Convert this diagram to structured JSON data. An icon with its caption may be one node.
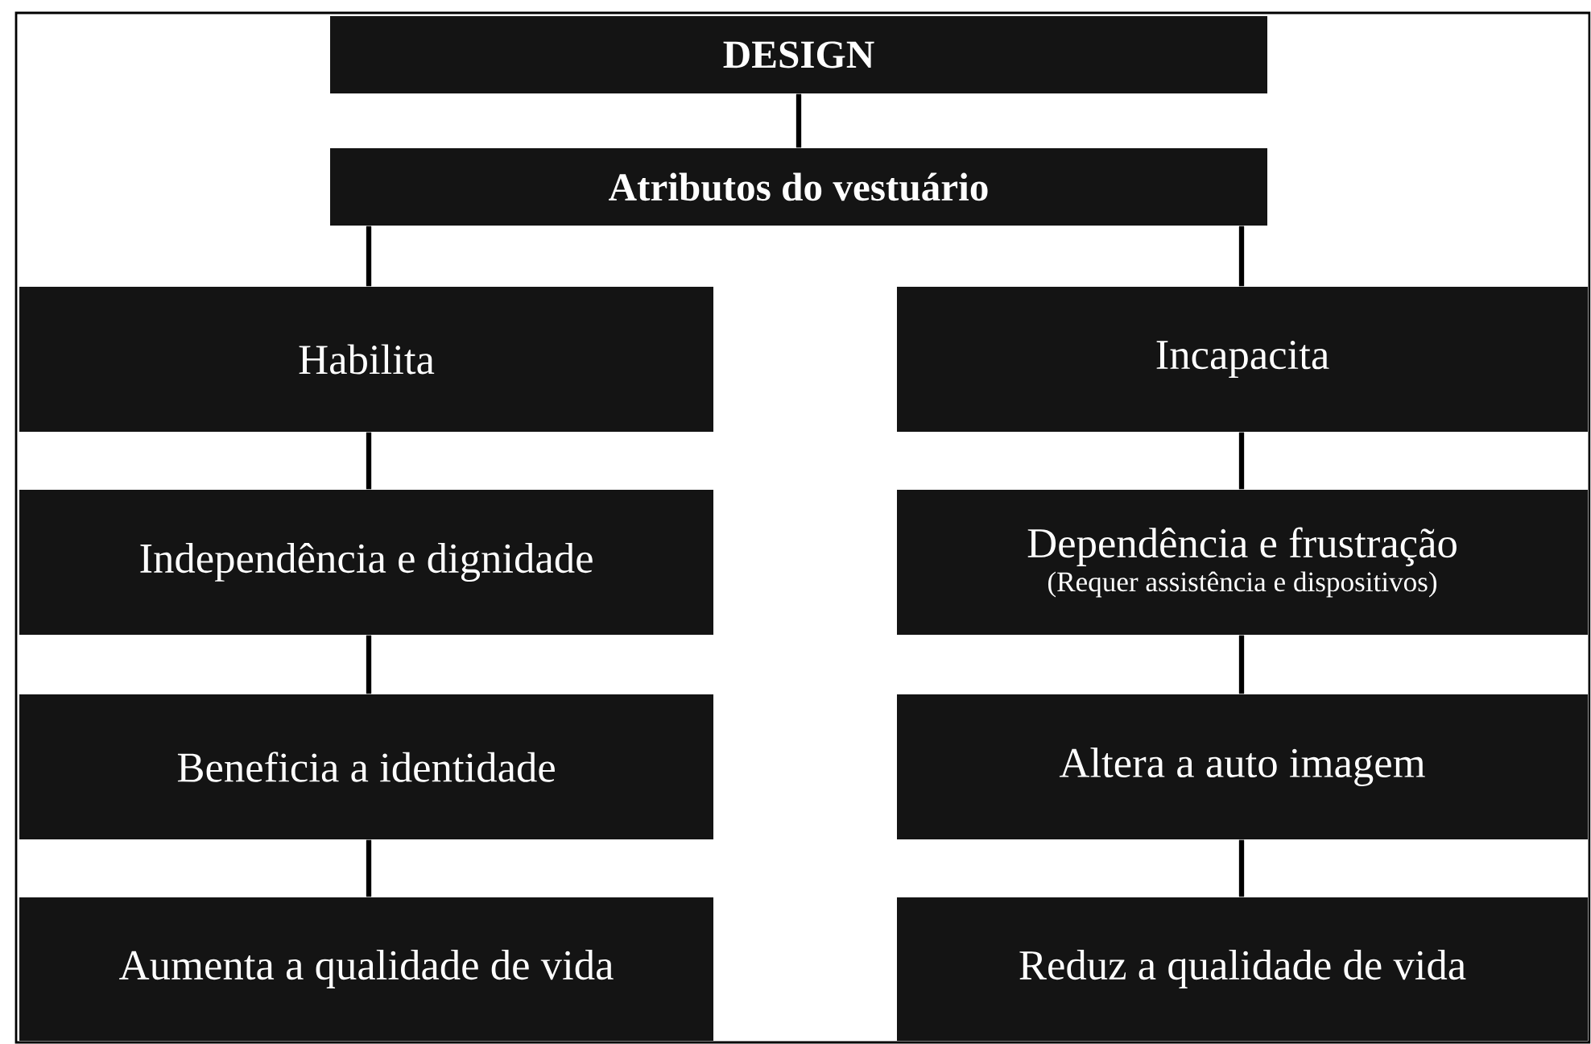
{
  "diagram": {
    "nodes": [
      {
        "text": [
          "DESIGN"
        ]
      },
      {
        "text": [
          "Atributos do vestuário"
        ]
      },
      {
        "text": [
          "Habilita"
        ]
      },
      {
        "text": [
          "Incapacita"
        ]
      },
      {
        "text": [
          "Independência e dignidade"
        ]
      },
      {
        "text": [
          "Dependência e frustração",
          "(Requer assistência e dispositivos)"
        ]
      },
      {
        "text": [
          "Beneficia a identidade"
        ]
      },
      {
        "text": [
          "Altera a auto imagem"
        ]
      },
      {
        "text": [
          "Aumenta a qualidade de vida"
        ]
      },
      {
        "text": [
          "Reduz a qualidade de vida"
        ]
      }
    ],
    "edges": [
      {
        "from": 0,
        "to": 1,
        "arrow": "none"
      },
      {
        "from": 1,
        "to": 2,
        "arrow": "none"
      },
      {
        "from": 1,
        "to": 3,
        "arrow": "none"
      },
      {
        "from": 2,
        "to": 4,
        "arrow": "none"
      },
      {
        "from": 3,
        "to": 5,
        "arrow": "none"
      },
      {
        "from": 4,
        "to": 6,
        "arrow": "none"
      },
      {
        "from": 5,
        "to": 7,
        "arrow": "none"
      },
      {
        "from": 6,
        "to": 8,
        "arrow": "none"
      },
      {
        "from": 7,
        "to": 9,
        "arrow": "none"
      }
    ]
  }
}
